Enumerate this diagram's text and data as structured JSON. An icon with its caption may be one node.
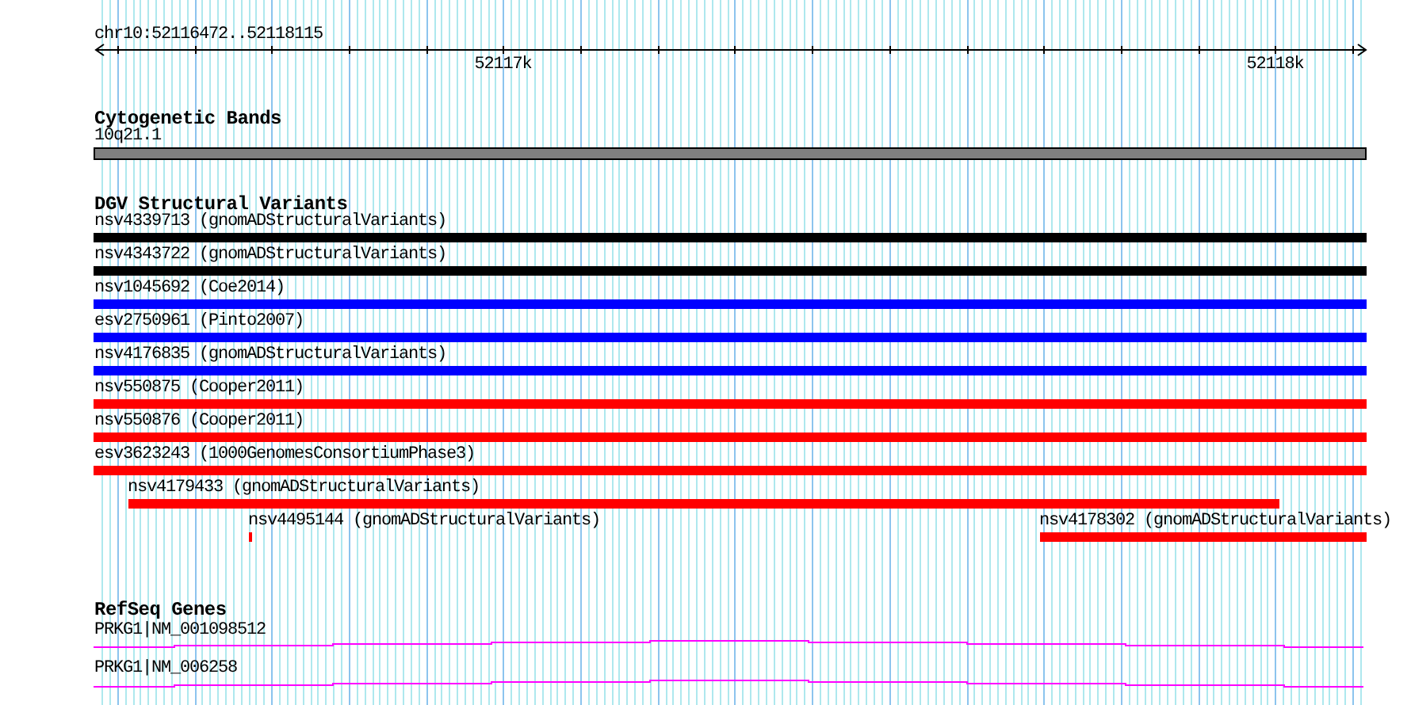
{
  "diagram": {
    "nodes": [
      {
        "text": [
          "10q21.1"
        ]
      },
      {
        "text": [
          "nsv4339713 (gnomADStructuralVariants)"
        ]
      },
      {
        "text": [
          "nsv4343722 (gnomADStructuralVariants)"
        ]
      },
      {
        "text": [
          "nsv1045692 (Coe2014)"
        ]
      },
      {
        "text": [
          "esv2750961 (Pinto2007)"
        ]
      },
      {
        "text": [
          "nsv4176835 (gnomADStructuralVariants)"
        ]
      },
      {
        "text": [
          "nsv550875 (Cooper2011)"
        ]
      },
      {
        "text": [
          "nsv550876 (Cooper2011)"
        ]
      },
      {
        "text": [
          "esv3623243 (1000GenomesConsortiumPhase3)"
        ]
      },
      {
        "text": [
          "nsv4179433 (gnomADStructuralVariants)"
        ]
      },
      {
        "text": [
          "nsv4495144 (gnomADStructuralVariants)"
        ]
      },
      {
        "text": [
          "nsv4178302 (gnomADStructuralVariants)"
        ]
      },
      {
        "text": [
          "PRKG1|NM_001098512"
        ]
      },
      {
        "text": [
          "PRKG1|NM_006258"
        ]
      }
    ],
    "labels": [
      "chr10:52116472..52118115",
      "52117k",
      "52118k",
      "Cytogenetic Bands",
      "DGV Structural Variants",
      "RefSeq Genes"
    ]
  }
}
